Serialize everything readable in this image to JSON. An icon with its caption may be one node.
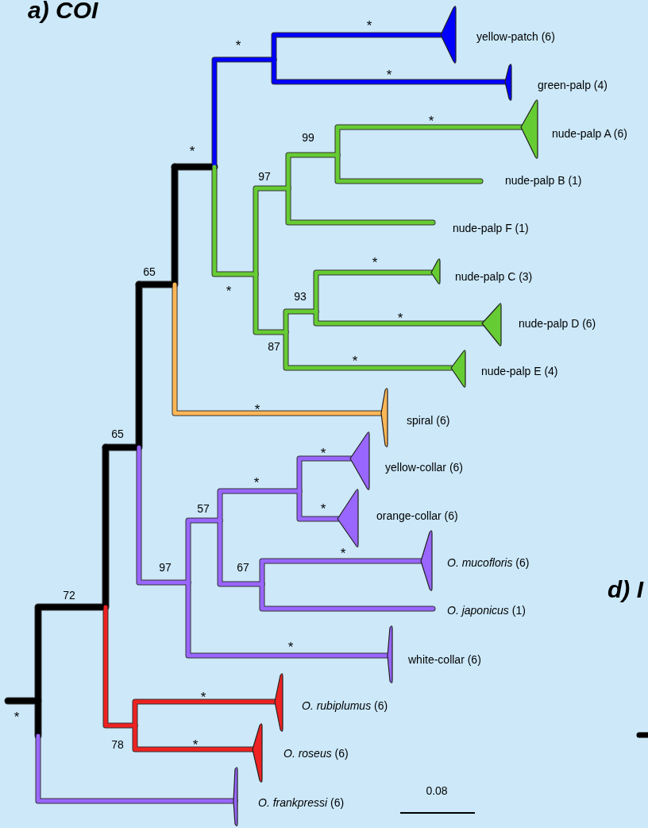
{
  "diagram": {
    "title": "a) COI",
    "labels": [
      "*",
      "*",
      "yellow-patch (6)",
      "*",
      "green-palp (4)",
      "*",
      "99",
      "nude-palp A (6)",
      "*",
      "97",
      "nude-palp B (1)",
      "nude-palp F (1)",
      "65",
      "*",
      "nude-palp C (3)",
      "*",
      "93",
      "*",
      "nude-palp D (6)",
      "87",
      "*",
      "nude-palp E (4)",
      "*",
      "spiral (6)",
      "65",
      "*",
      "yellow-collar (6)",
      "*",
      "57",
      "*",
      "orange-collar (6)",
      "*",
      "97",
      "67",
      "*O. mucofloris* (6)",
      "72",
      "d) I",
      "*O. japonicus* (1)",
      "*",
      "white-collar (6)",
      "*",
      "*O. rubiplumus* (6)",
      "*",
      "78",
      "*",
      "*O. roseus* (6)",
      "0.08",
      "*O. frankpressi* (6)"
    ]
  }
}
